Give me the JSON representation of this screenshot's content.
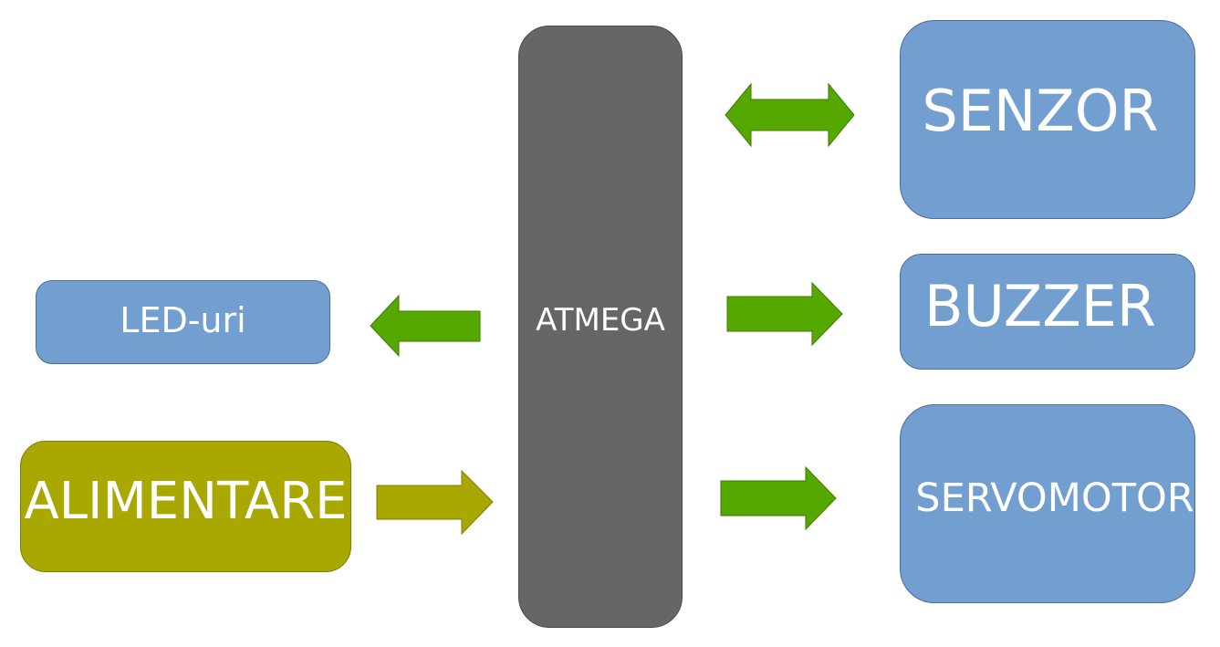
{
  "colors": {
    "box_blue": "#739fd0",
    "box_olive": "#a8a800",
    "box_gray": "#666666",
    "arrow_green": "#55a800",
    "arrow_olive": "#a8a800"
  },
  "diagram": {
    "center": {
      "label": "ATMEGA"
    },
    "nodes": {
      "senzor": {
        "label": "SENZOR"
      },
      "buzzer": {
        "label": "BUZZER"
      },
      "servomotor": {
        "label": "SERVOMOTOR"
      },
      "leduri": {
        "label": "LED-uri"
      },
      "alimentare": {
        "label": "ALIMENTARE"
      }
    },
    "connections": [
      {
        "from": "ATMEGA",
        "to": "SENZOR",
        "direction": "bidirectional"
      },
      {
        "from": "ATMEGA",
        "to": "BUZZER",
        "direction": "forward"
      },
      {
        "from": "ATMEGA",
        "to": "SERVOMOTOR",
        "direction": "forward"
      },
      {
        "from": "ATMEGA",
        "to": "LED-uri",
        "direction": "forward"
      },
      {
        "from": "ALIMENTARE",
        "to": "ATMEGA",
        "direction": "forward"
      }
    ]
  }
}
